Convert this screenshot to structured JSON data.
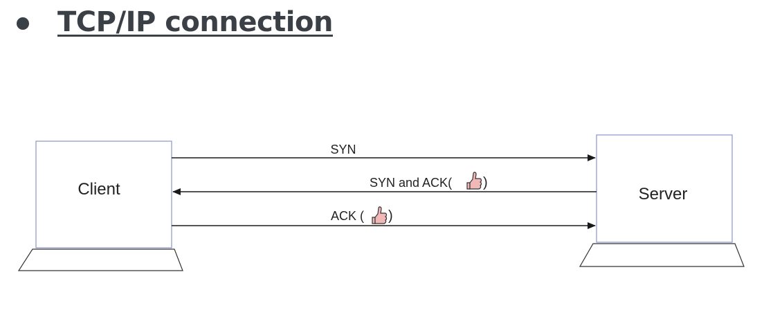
{
  "slide": {
    "title": "TCP/IP connection"
  },
  "diagram": {
    "nodes": {
      "client": "Client",
      "server": "Server"
    },
    "messages": {
      "syn": {
        "label": "SYN",
        "direction": "client-to-server"
      },
      "syn_ack": {
        "label": "SYN and ACK(",
        "suffix": ")",
        "icon": "thumbs-up-icon",
        "direction": "server-to-client"
      },
      "ack": {
        "label": "ACK (",
        "suffix": ")",
        "icon": "thumbs-up-icon",
        "direction": "client-to-server"
      }
    },
    "colors": {
      "box_border": "#8a94c4",
      "line": "#1a1a1a",
      "text": "#222222",
      "thumb": "#f2b8b8"
    }
  }
}
